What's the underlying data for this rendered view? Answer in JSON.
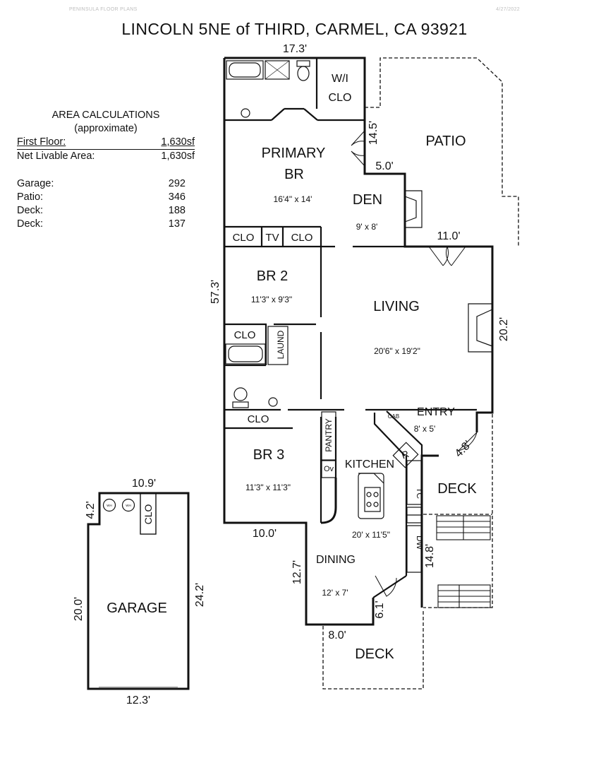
{
  "header": {
    "brand": "PENINSULA FLOOR PLANS",
    "date": "4/27/2022",
    "title": "LINCOLN 5NE of THIRD, CARMEL, CA  93921"
  },
  "area_calculations": {
    "heading": "AREA CALCULATIONS",
    "subheading": "(approximate)",
    "first_floor": {
      "label": "First Floor:",
      "value": "1,630sf"
    },
    "net_livable": {
      "label": "Net Livable Area:",
      "value": "1,630sf"
    },
    "others": [
      {
        "label": "Garage:",
        "value": "292"
      },
      {
        "label": "Patio:",
        "value": "346"
      },
      {
        "label": "Deck:",
        "value": "188"
      },
      {
        "label": "Deck:",
        "value": "137"
      }
    ]
  },
  "rooms": {
    "primary_br": {
      "line1": "PRIMARY",
      "line2": "BR",
      "size": "16'4\" x 14'"
    },
    "wi_clo": {
      "line1": "W/I",
      "line2": "CLO"
    },
    "patio": "PATIO",
    "den": {
      "name": "DEN",
      "size": "9' x 8'"
    },
    "br2": {
      "name": "BR 2",
      "size": "11'3\" x 9'3\""
    },
    "living": {
      "name": "LIVING",
      "size": "20'6\" x 19'2\""
    },
    "entry": {
      "name": "ENTRY",
      "size": "8' x 5'"
    },
    "br3": {
      "name": "BR 3",
      "size": "11'3\" x 11'3\""
    },
    "kitchen": {
      "name": "KITCHEN",
      "size": "20' x 11'5\""
    },
    "dining": {
      "name": "DINING",
      "size": "12' x 7'"
    },
    "deck_east": "DECK",
    "deck_south": "DECK",
    "garage": "GARAGE"
  },
  "fixtures": {
    "clo": "CLO",
    "tv": "TV",
    "laund": "LAUND",
    "pantry": "PANTRY",
    "ov": "Ov",
    "cab": "CAB",
    "r": "R",
    "tc": "TC",
    "dw": "DW",
    "wh": "WH"
  },
  "dimensions": {
    "top_width": "17.3'",
    "primary_side": "14.5'",
    "den_step": "5.0'",
    "den_bottom": "11.0'",
    "west_length": "57.3'",
    "living_east": "20.2'",
    "entry_door": "4.8'",
    "kitchen_east": "14.8'",
    "br3_bottom": "10.0'",
    "dining_west": "12.7'",
    "dining_step": "6.1'",
    "deck_top": "8.0'",
    "garage_top": "10.9'",
    "garage_notch": "4.2'",
    "garage_left": "20.0'",
    "garage_right": "24.2'",
    "garage_bottom": "12.3'"
  }
}
